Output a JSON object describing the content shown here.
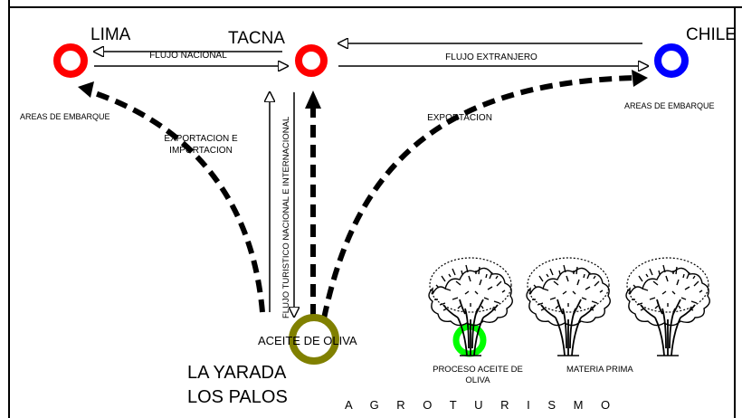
{
  "nodes": {
    "lima": {
      "label": "LIMA",
      "color": "#ff0000"
    },
    "tacna": {
      "label": "TACNA",
      "color": "#ff0000"
    },
    "chile": {
      "label": "CHILE",
      "color": "#0000ff"
    },
    "aceite": {
      "label": "ACEITE DE OLIVA",
      "color": "#808000"
    },
    "proceso": {
      "label_line1": "PROCESO ACEITE DE",
      "label_line2": "OLIVA",
      "color": "#00ff00"
    }
  },
  "flows": {
    "nacional": "FLUJO NACIONAL",
    "extranjero": "FLUJO EXTRANJERO",
    "turistico": "FLUJO TURISTICO NACIONAL E INTERNACIONAL",
    "export_import_line1": "EXPORTACION E",
    "export_import_line2": "IMPORTACION",
    "exportacion": "EXPORTACION"
  },
  "areas": {
    "left": "AREAS DE EMBARQUE",
    "right": "AREAS DE EMBARQUE"
  },
  "materia_prima": "MATERIA PRIMA",
  "location": {
    "line1": "LA YARADA",
    "line2": "LOS PALOS"
  },
  "agroturismo": "A G R O T U R I S M O",
  "icons": [
    "tree-icon",
    "tree-icon",
    "tree-icon"
  ]
}
